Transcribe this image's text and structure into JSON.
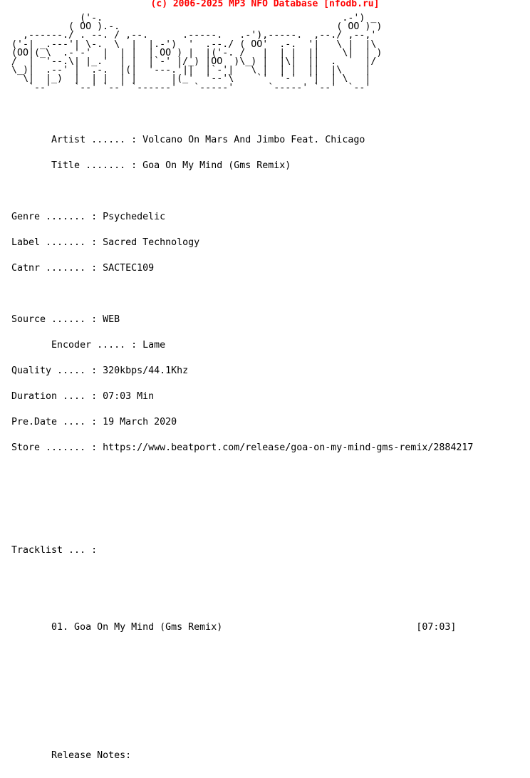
{
  "header": {
    "copyright": "(c) 2006-2025 MP3 NFO Database [nfodb.ru]"
  },
  "logo_art": "            ('-.                                          .-') _\n          ( OO ).-.                                      ( OO ) )\n  ,------./ . --. / ,--.      .-----.   .-'),-----.  ,--./ ,--,'\n('-| _.---'| \\-.  \\  |  |.-')  '  .--./ ( OO'  .-.  '|   \\ |  |\\\n(OO|(_\\  .-'-'  |  | |  | OO ) |  |('-. /   |  | |  ||    \\|  | )\n/  |  '--.\\| |_.'  | |  |`-' |/_) |OO  )\\_) |  |\\|  ||  .     |/\n\\_)|  .--' |  .-.  |(|  '---.'||  |`-'|   \\ |  | |  ||  |\\    |\n  \\|  |_)  |  | |  | |      |(_'  '--'\\    `'  '-'  '|  | \\   |\n   `--'    `--' `--' `------'   `-----'      `-----' `--'  `--'",
  "fields": {
    "artist": "       Artist ...... : Volcano On Mars And Jimbo Feat. Chicago",
    "title": "       Title ....... : Goa On My Mind (Gms Remix)",
    "genre": "Genre ....... : Psychedelic",
    "label": "Label ....... : Sacred Technology",
    "catnr": "Catnr ....... : SACTEC109",
    "source": "Source ...... : WEB",
    "encoder": "       Encoder ..... : Lame",
    "quality": "Quality ..... : 320kbps/44.1Khz",
    "duration": "Duration .... : 07:03 Min",
    "predate": "Pre.Date .... : 19 March 2020",
    "store": "Store ....... : https://www.beatport.com/release/goa-on-my-mind-gms-remix/2884217"
  },
  "tracklist": {
    "heading": "Tracklist ... :",
    "tracks": [
      "       01. Goa On My Mind (Gms Remix)                                  [07:03]"
    ]
  },
  "release_notes": {
    "heading": "       Release Notes:"
  }
}
